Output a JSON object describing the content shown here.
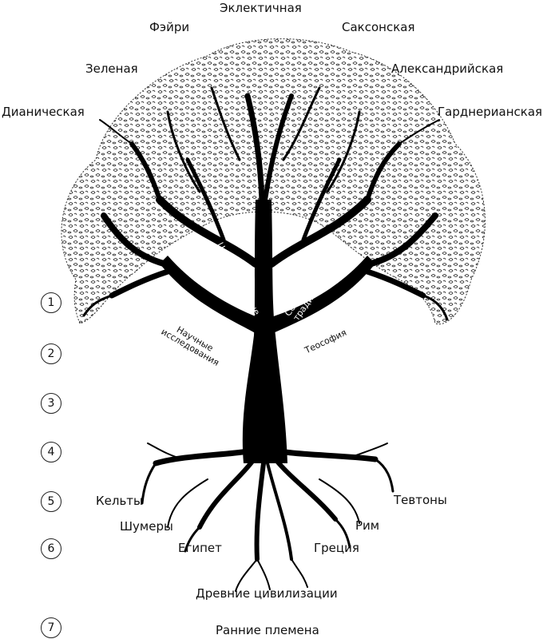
{
  "branches": {
    "dianic": "Дианическая",
    "green": "Зеленая",
    "faery": "Фэйри",
    "eclectic": "Эклектичная",
    "saxon": "Саксонская",
    "alexandrian": "Александрийская",
    "gardnerian": "Гарднерианская"
  },
  "trunk": {
    "ceremonial_line1": "Церемониальные",
    "ceremonial_line2": "традиции",
    "family_line1": "Семейные",
    "family_line2": "традиции",
    "scientific_line1": "Научные",
    "scientific_line2": "исследования",
    "theosophy": "Теософия"
  },
  "roots": {
    "celts": "Кельты",
    "sumerians": "Шумеры",
    "egypt": "Египет",
    "teutons": "Тевтоны",
    "rome": "Рим",
    "greece": "Греция",
    "ancient": "Древние цивилизации",
    "tribes": "Ранние племена"
  },
  "levels": [
    "1",
    "2",
    "3",
    "4",
    "5",
    "6",
    "7"
  ]
}
